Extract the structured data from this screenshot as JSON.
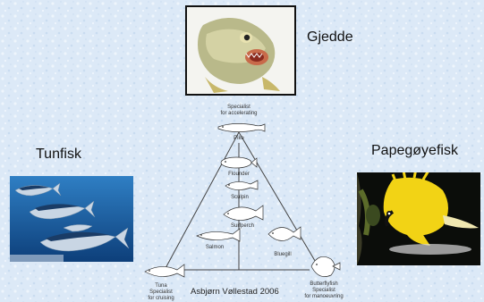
{
  "labels": {
    "gjedde": "Gjedde",
    "tunfisk": "Tunfisk",
    "papegoyefisk": "Papegøyefisk",
    "credit": "Asbjørn Vøllestad 2006"
  },
  "diagram": {
    "top_caption": [
      "Specialist",
      "for accelerating"
    ],
    "pike": "Pike",
    "flounder": "Flounder",
    "sculpin": "Sculpin",
    "surfperch": "Surfperch",
    "salmon": "Salmon",
    "bluegill": "Bluegill",
    "tuna": "Tuna",
    "tuna_caption": [
      "Specialist",
      "for cruising"
    ],
    "butterflyfish": "Butterflyfish",
    "butterfly_caption": [
      "Specialist",
      "for manoeuvring"
    ]
  }
}
